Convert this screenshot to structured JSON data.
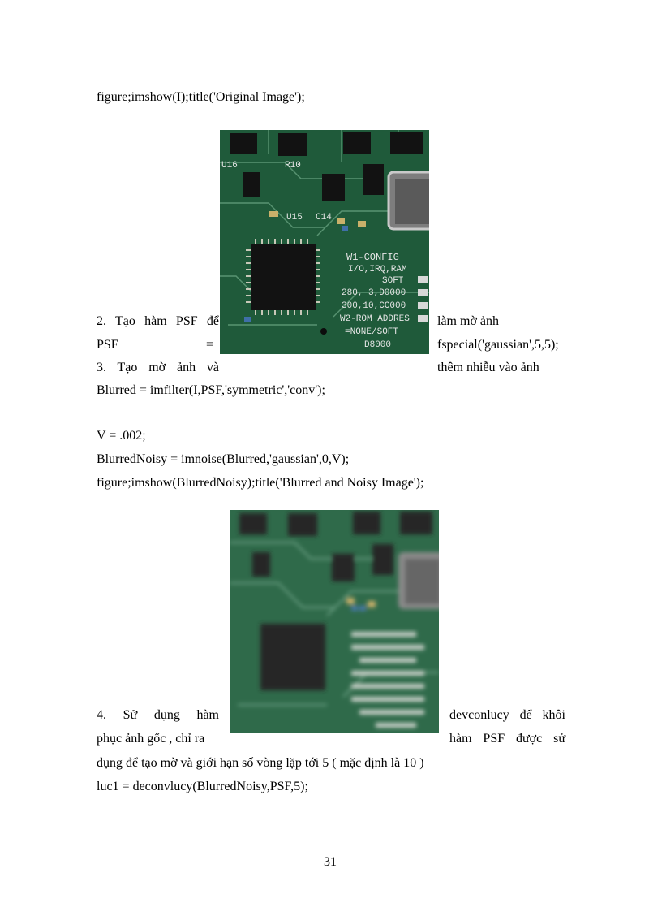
{
  "lines": {
    "l1": "figure;imshow(I);title('Original Image');",
    "s2_left": "2. Tạo hàm PSF để",
    "s2_right": "làm mờ ảnh",
    "psf_left": "PSF",
    "psf_eq": "=",
    "psf_right": "fspecial('gaussian',5,5);",
    "s3_left": "3. Tạo mờ ảnh và",
    "s3_right": "thêm nhiễu vào ảnh",
    "blurred": "Blurred = imfilter(I,PSF,'symmetric','conv');",
    "v": "V = .002;",
    "noisy": "BlurredNoisy = imnoise(Blurred,'gaussian',0,V);",
    "show2": "figure;imshow(BlurredNoisy);title('Blurred and Noisy Image');",
    "s4_left": "4. Sử dụng hàm",
    "s4_right": "devconlucy để khôi",
    "restore_left": "phục ảnh gốc , chỉ ra",
    "restore_right": "hàm PSF được sử",
    "limit": "dụng để tạo mờ và giới hạn số vòng lặp tới 5 ( mặc định là 10 )",
    "luc1": "luc1 = deconvlucy(BlurredNoisy,PSF,5);"
  },
  "image_text": {
    "u16": "U16",
    "r10": "R10",
    "u15": "U15",
    "c14": "C14",
    "w1": "W1-CONFIG",
    "irq": "I/O,IRQ,RAM",
    "soft": "SOFT",
    "r280": "280, 3,D0000",
    "r300": "300,10,CC000",
    "w2": "W2-ROM ADDRES",
    "nonesoft": "=NONE/SOFT",
    "d8000": "D8000"
  },
  "page_number": "31"
}
